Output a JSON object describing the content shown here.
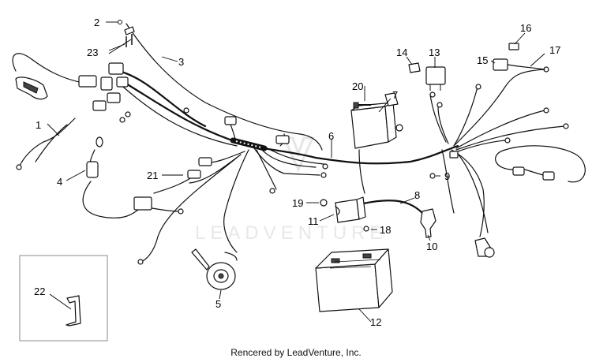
{
  "diagram": {
    "callouts": [
      "1",
      "2",
      "3",
      "4",
      "5",
      "6",
      "7",
      "8",
      "9",
      "10",
      "11",
      "12",
      "13",
      "14",
      "15",
      "16",
      "17",
      "18",
      "19",
      "20",
      "21",
      "22",
      "23"
    ]
  },
  "watermark": {
    "text": "LEADVENTURE"
  },
  "footer": {
    "text": "Rencered by LeadVenture, Inc."
  }
}
